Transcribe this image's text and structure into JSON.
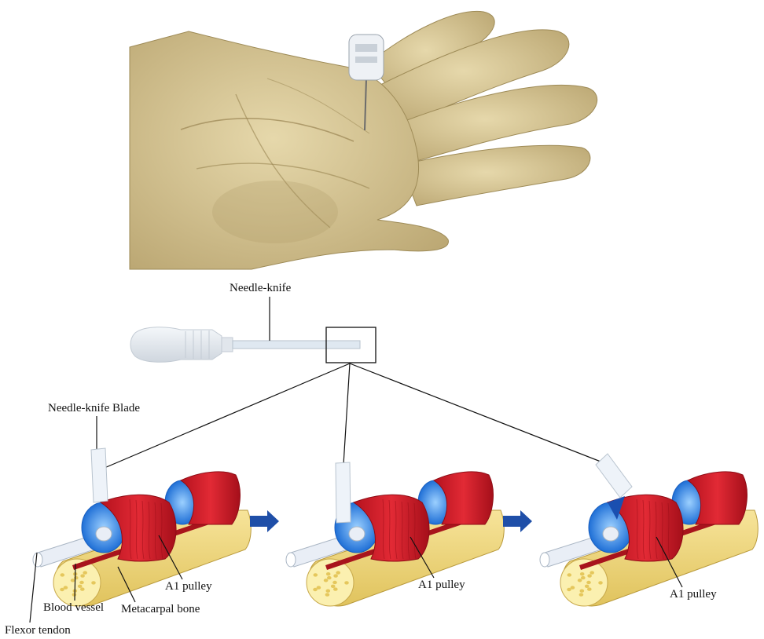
{
  "labels": {
    "needle_knife": "Needle-knife",
    "needle_knife_blade": "Needle-knife Blade",
    "blood_vessel": "Blood vessel",
    "metacarpal_bone": "Metacarpal bone",
    "flexor_tendon": "Flexor tendon",
    "a1_pulley_1": "A1 pulley",
    "a1_pulley_2": "A1 pulley",
    "a1_pulley_3": "A1 pulley"
  },
  "colors": {
    "skin": "#d9c99a",
    "skin_shadow": "#b8a673",
    "pulley_red": "#d7232f",
    "pulley_blue": "#2b7fe0",
    "bone": "#f3dc84",
    "bone_end": "#fbf0b0",
    "tendon": "#e9eef6",
    "vessel": "#a8141c",
    "needle": "#e6eaef",
    "arrow": "#1f4fa8"
  },
  "icons": [
    "needle-knife-icon",
    "hand-photo",
    "arrow-right-icon"
  ]
}
